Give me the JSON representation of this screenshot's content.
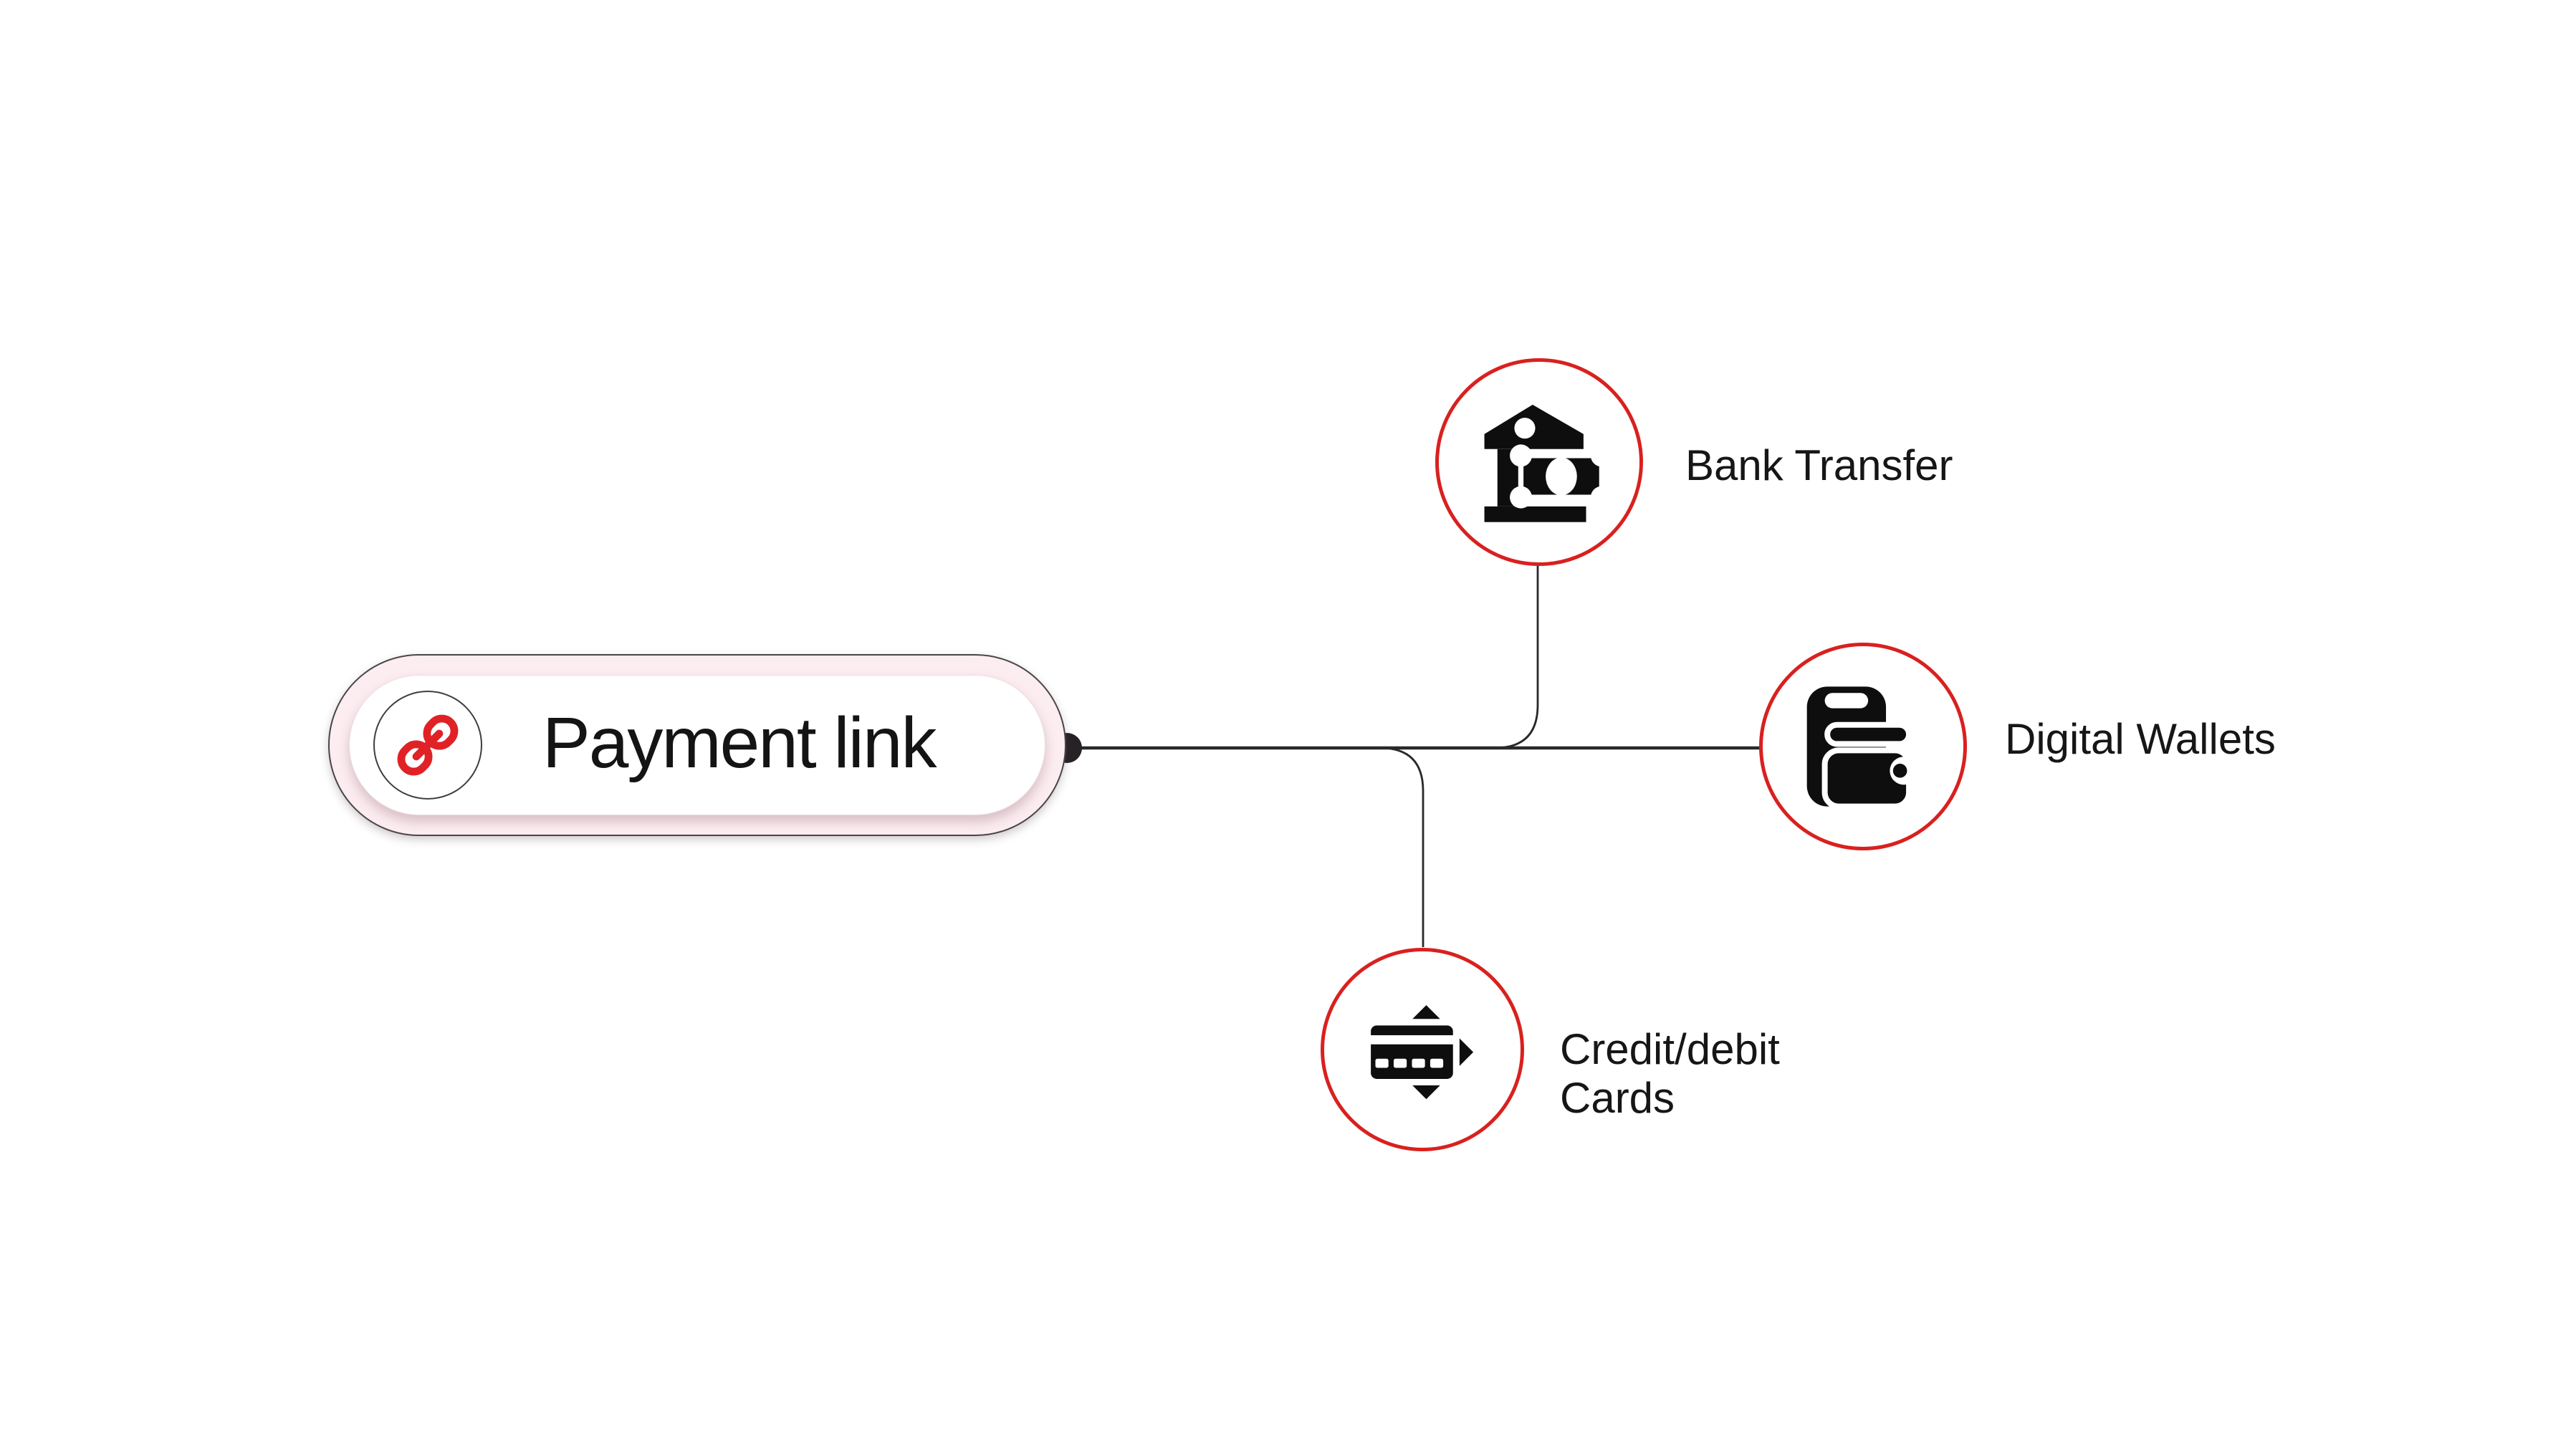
{
  "diagram": {
    "root": {
      "label": "Payment link",
      "icon": "link-icon"
    },
    "children": [
      {
        "id": "bank",
        "label": "Bank Transfer",
        "icon": "bank-icon"
      },
      {
        "id": "wallet",
        "label": "Digital Wallets",
        "icon": "digital-wallet-icon"
      },
      {
        "id": "cards",
        "label": "Credit/debit Cards",
        "icon": "credit-cards-icon"
      }
    ],
    "edges": [
      {
        "from": "Payment link",
        "to": "Bank Transfer"
      },
      {
        "from": "Payment link",
        "to": "Digital Wallets"
      },
      {
        "from": "Payment link",
        "to": "Credit/debit Cards"
      }
    ],
    "colors": {
      "accent_red": "#D8211F",
      "chain_red": "#E02226",
      "root_ring_pink": "#FCEDF1",
      "node_fill": "#FFFFFF",
      "connector_line": "#2A282B",
      "text": "#161616",
      "icon_black": "#0E0E0E",
      "background": "#FFFFFF"
    }
  }
}
